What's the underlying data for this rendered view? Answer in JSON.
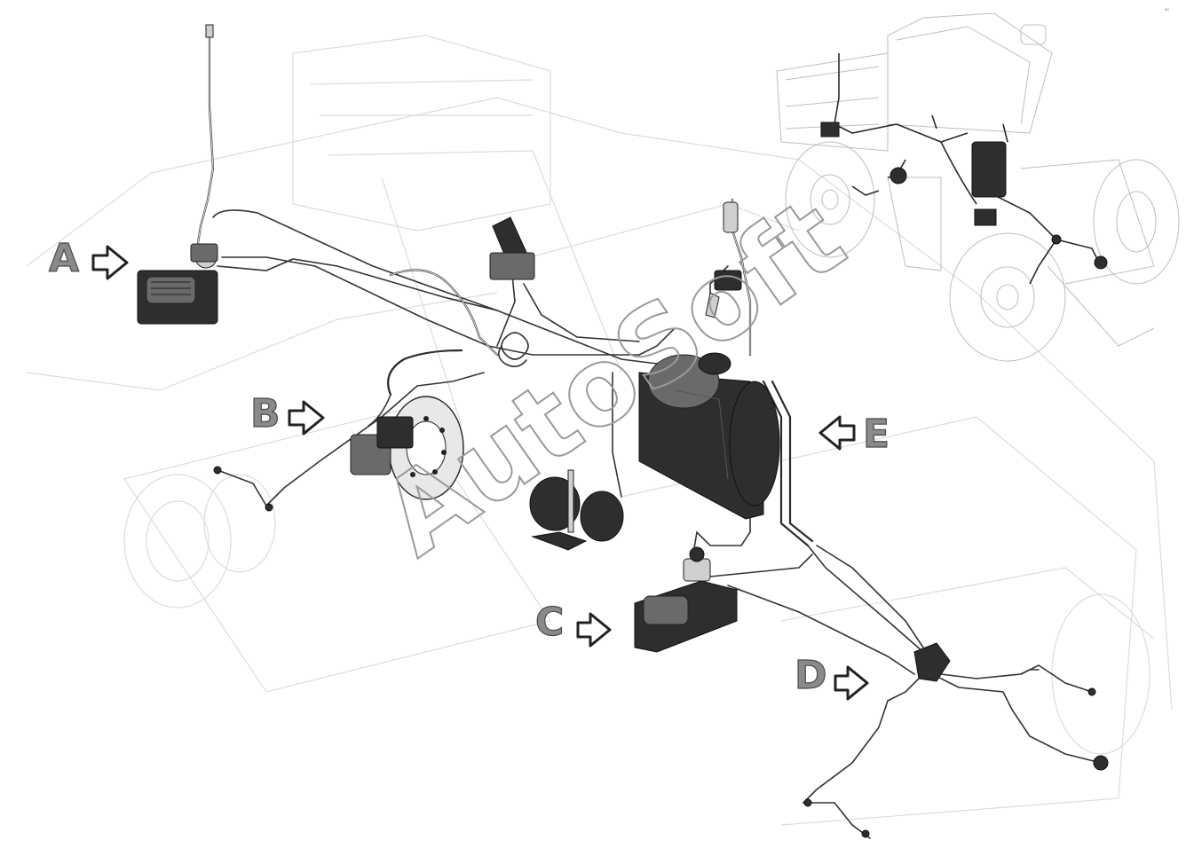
{
  "diagram": {
    "callouts": [
      {
        "id": "A",
        "label": "A",
        "arrow": "right"
      },
      {
        "id": "B",
        "label": "B",
        "arrow": "right"
      },
      {
        "id": "C",
        "label": "C",
        "arrow": "right"
      },
      {
        "id": "D",
        "label": "D",
        "arrow": "right"
      },
      {
        "id": "E",
        "label": "E",
        "arrow": "left"
      }
    ],
    "watermark": "AutoSoft",
    "corner_mark": "⁰⁰"
  }
}
